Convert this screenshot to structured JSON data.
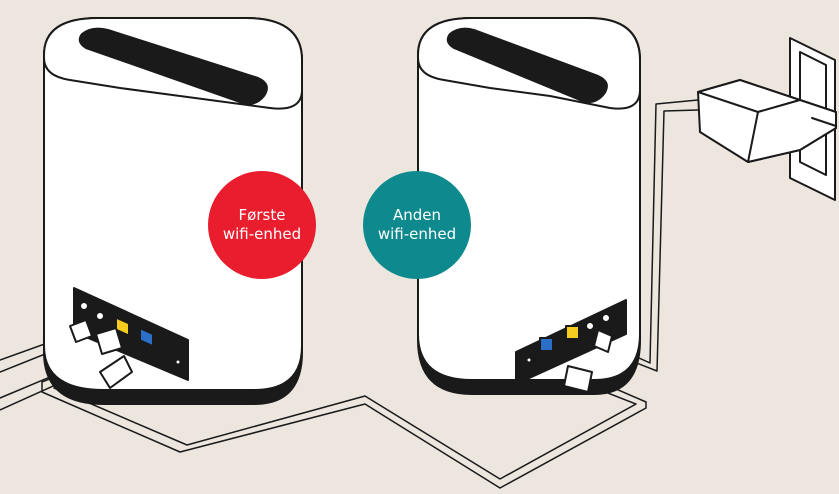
{
  "badges": {
    "first": {
      "line1": "Første",
      "line2": "wifi-enhed",
      "color": "#e91d2d"
    },
    "second": {
      "line1": "Anden",
      "line2": "wifi-enhed",
      "color": "#0e8a8f"
    }
  },
  "colors": {
    "background": "#ece6df",
    "device_body": "#ffffff",
    "outline": "#1a1a1a",
    "port_yellow": "#f6cd1c",
    "port_blue": "#2b6fc9"
  },
  "icons": [
    "router-device",
    "power-adapter",
    "wall-socket",
    "ethernet-cable",
    "power-cable"
  ]
}
